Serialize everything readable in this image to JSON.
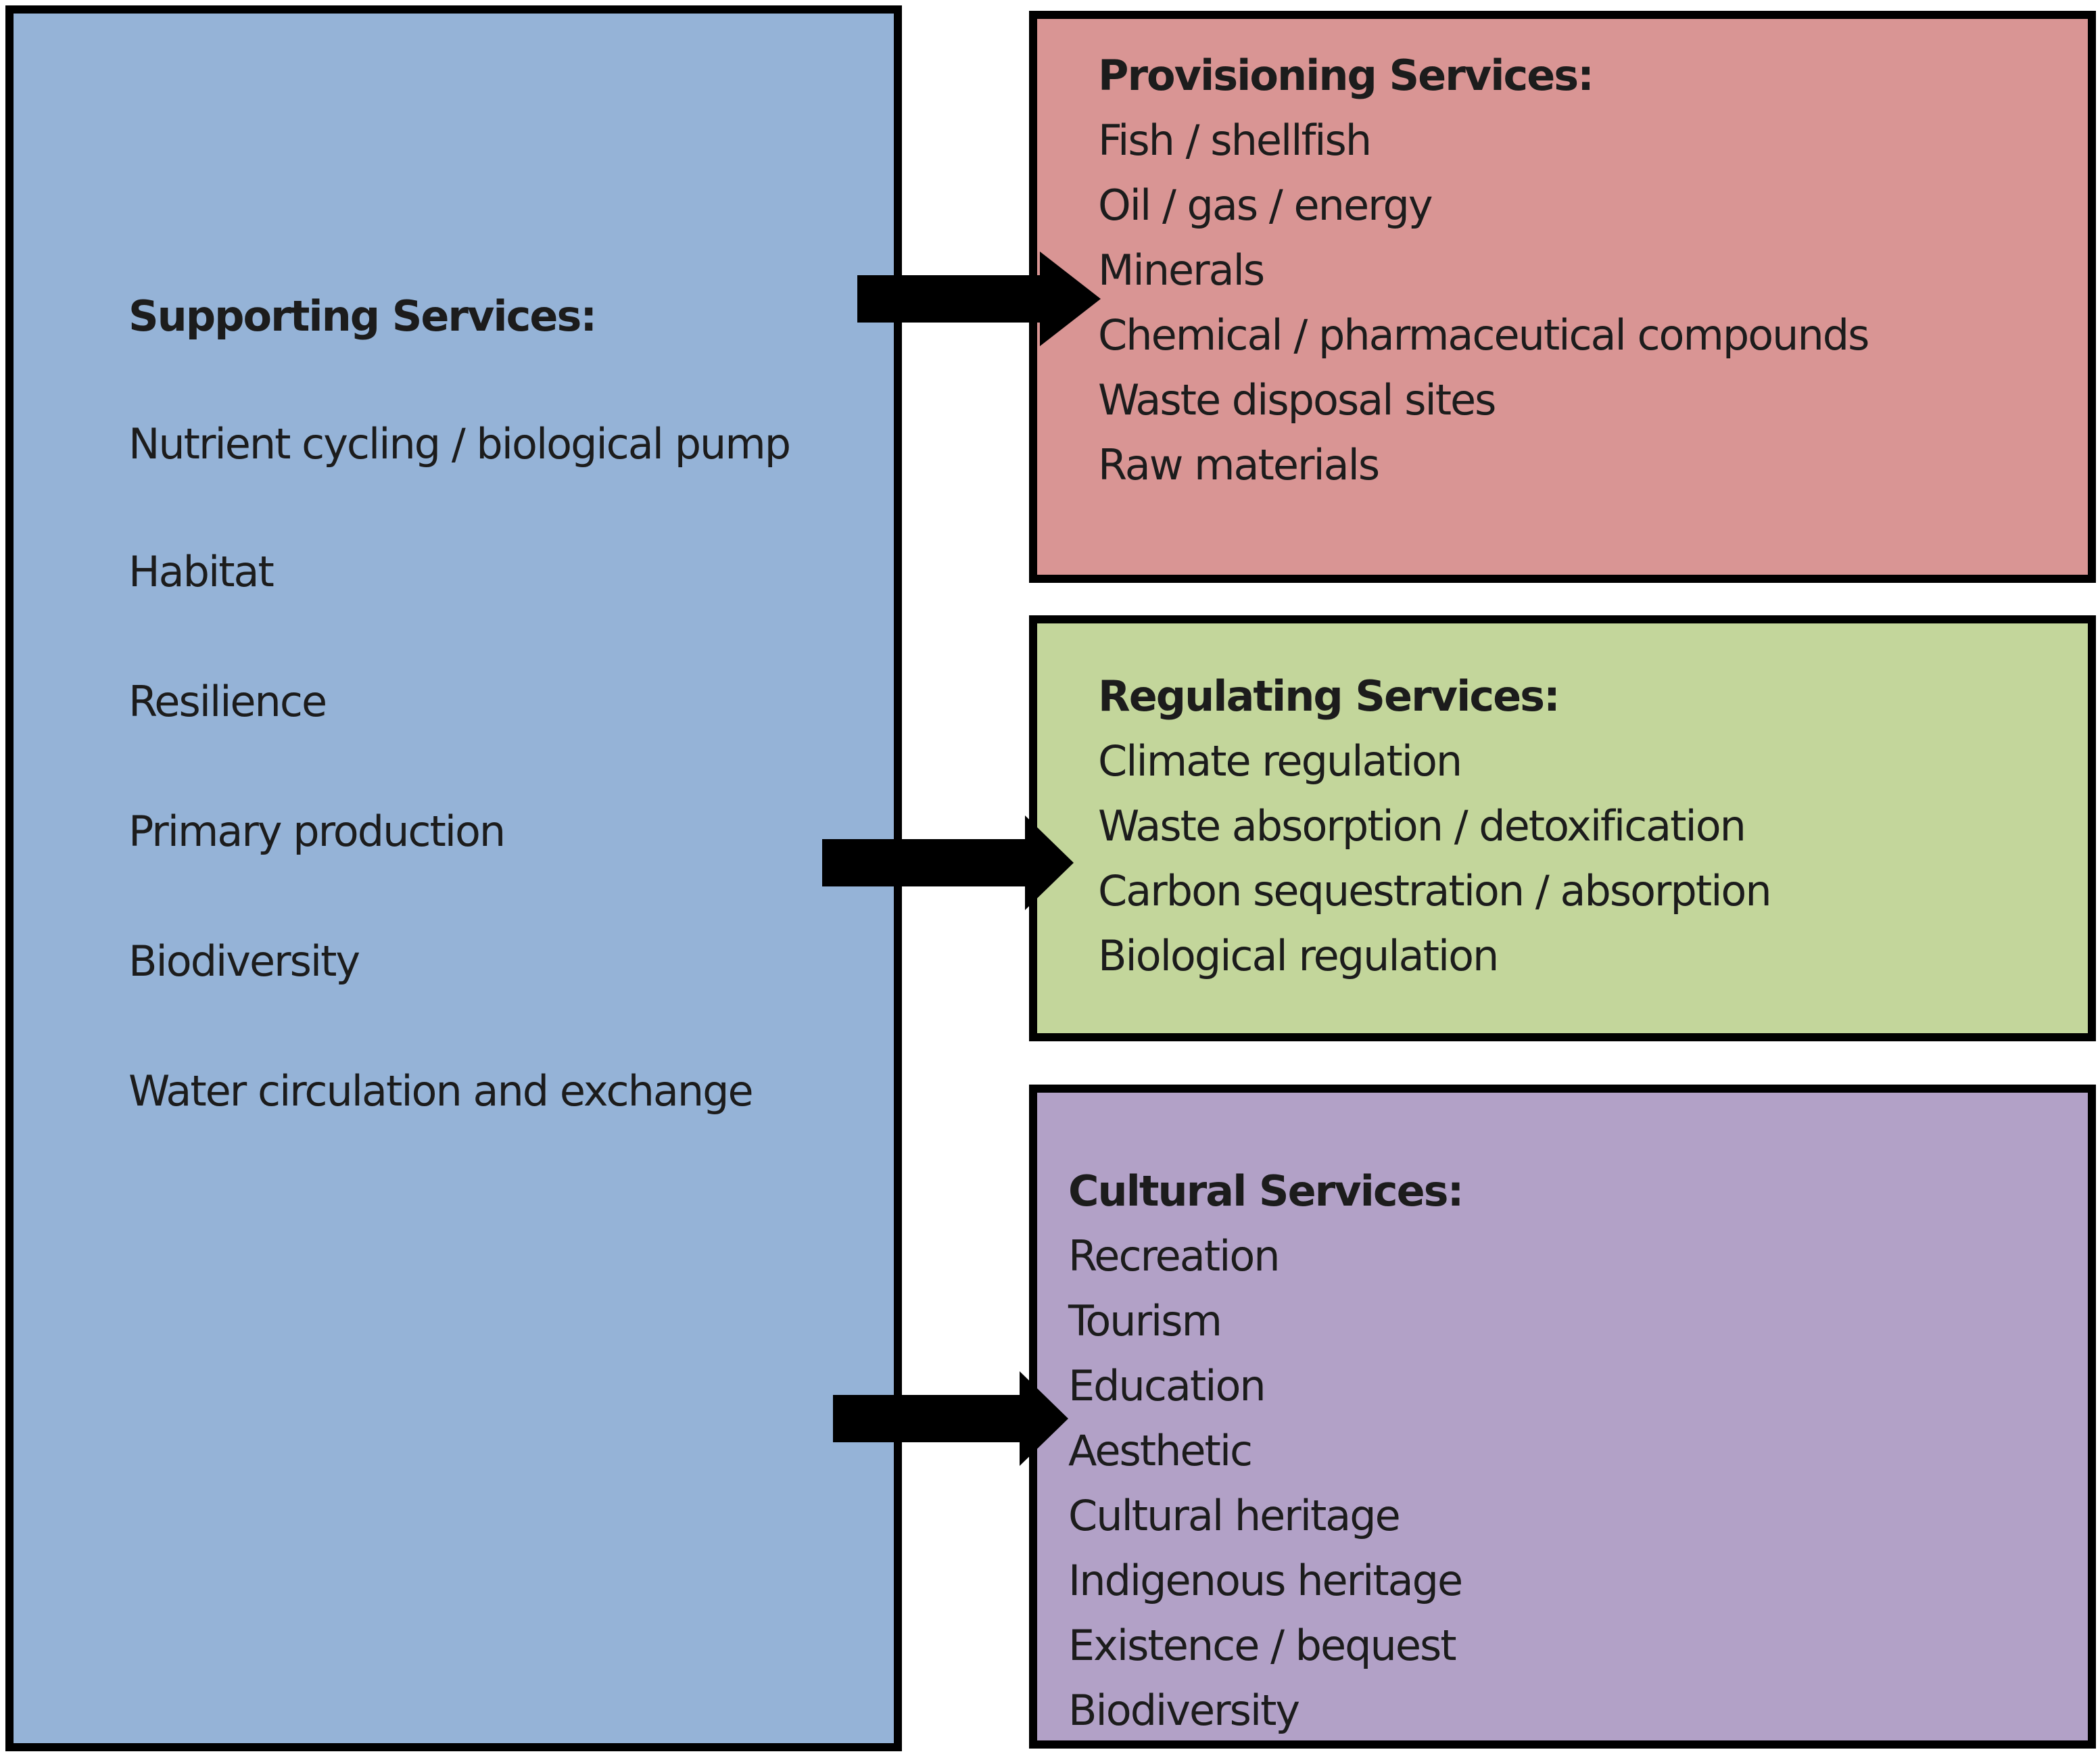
{
  "supporting": {
    "heading": "Supporting Services:",
    "items": [
      "Nutrient cycling / biological pump",
      "Habitat",
      "Resilience",
      "Primary production",
      "Biodiversity",
      "Water circulation and exchange"
    ],
    "color": "#95b3d7"
  },
  "provisioning": {
    "heading": "Provisioning Services:",
    "items": [
      "Fish / shellfish",
      "Oil / gas / energy",
      "Minerals",
      "Chemical / pharmaceutical compounds",
      "Waste disposal sites",
      "Raw materials"
    ],
    "color": "#d99594"
  },
  "regulating": {
    "heading": "Regulating Services:",
    "items": [
      "Climate regulation",
      "Waste absorption / detoxification",
      "Carbon sequestration / absorption",
      "Biological regulation"
    ],
    "color": "#c3d69b"
  },
  "cultural": {
    "heading": "Cultural Services:",
    "items": [
      "Recreation",
      "Tourism",
      "Education",
      "Aesthetic",
      "Cultural heritage",
      "Indigenous heritage",
      "Existence / bequest",
      "Biodiversity"
    ],
    "color": "#b2a1c7"
  },
  "arrow_color": "#000000"
}
